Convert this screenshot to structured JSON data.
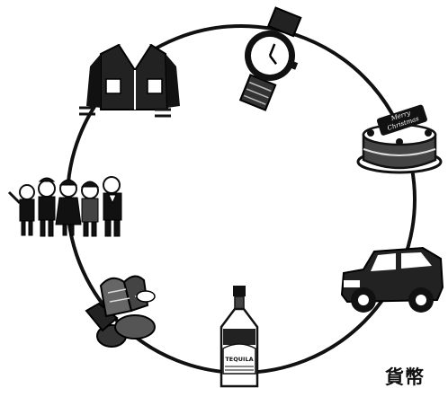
{
  "diagram": {
    "caption": "貨幣",
    "cake_text": "Merry Christmas",
    "bottle_text": "TEQUILA",
    "colors": {
      "ink": "#111111",
      "paper": "#ffffff",
      "gray": "#9a9a9a"
    },
    "nodes": [
      {
        "name": "wristwatch",
        "icon": "wristwatch-icon"
      },
      {
        "name": "christmas-cake",
        "icon": "christmas-cake-icon"
      },
      {
        "name": "car",
        "icon": "car-icon"
      },
      {
        "name": "liquor-bottle",
        "icon": "liquor-bottle-icon"
      },
      {
        "name": "bread-basket",
        "icon": "bread-basket-icon"
      },
      {
        "name": "group-of-people",
        "icon": "people-group-icon"
      },
      {
        "name": "varsity-jacket",
        "icon": "jacket-icon"
      }
    ]
  }
}
